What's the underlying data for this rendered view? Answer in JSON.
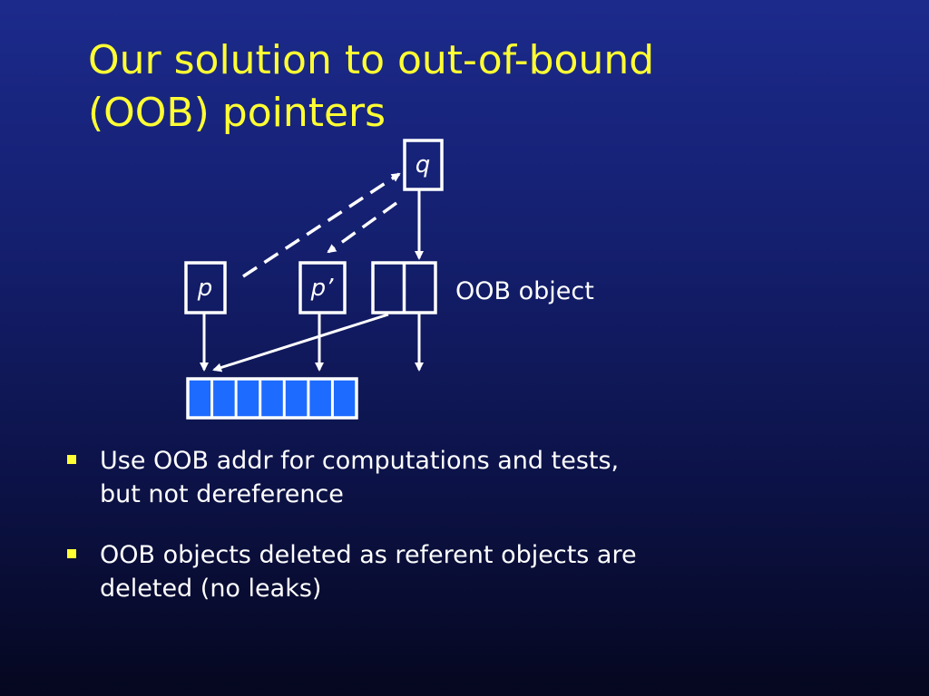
{
  "slide": {
    "title_lines": [
      "Our solution to out-of-bound",
      "(OOB) pointers"
    ],
    "diagram": {
      "pointer_labels": {
        "q": "q",
        "p": "p",
        "p_prime": "p’"
      },
      "oob_label": "OOB object",
      "array_cells": 7
    },
    "bullets": [
      {
        "lines": [
          "Use OOB addr for computations and tests,",
          "but not dereference"
        ]
      },
      {
        "lines": [
          "OOB objects deleted as referent objects are",
          "deleted (no leaks)"
        ]
      }
    ]
  },
  "colors": {
    "title": "#ffff33",
    "bullet_mark": "#ffff33",
    "text": "#ffffff",
    "array_fill": "#1e6bff"
  }
}
